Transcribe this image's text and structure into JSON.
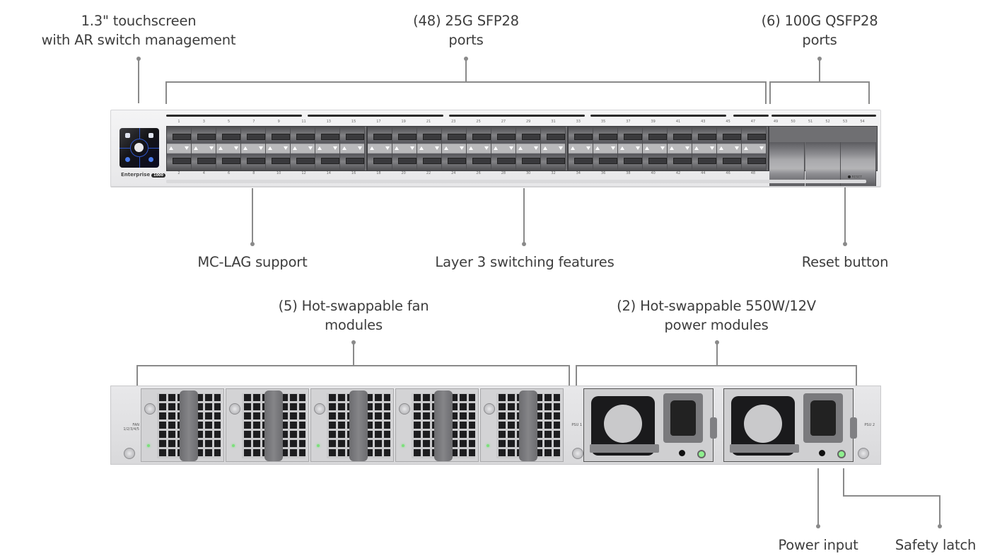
{
  "callouts": {
    "touchscreen": {
      "line1": "1.3\" touchscreen",
      "line2": "with AR switch management"
    },
    "sfp_ports": {
      "line1": "(48) 25G SFP28",
      "line2": "ports"
    },
    "qsfp_ports": {
      "line1": "(6) 100G QSFP28",
      "line2": "ports"
    },
    "mclag": "MC-LAG support",
    "layer3": "Layer 3 switching features",
    "reset": "Reset button",
    "fans": {
      "line1": "(5) Hot-swappable fan",
      "line2": "modules"
    },
    "psus": {
      "line1": "(2) Hot-swappable 550W/12V",
      "line2": "power modules"
    },
    "power_input": "Power input",
    "safety_latch": "Safety latch"
  },
  "front_panel": {
    "brand": "Enterprise",
    "model_badge": "1000",
    "reset_label": "RESET",
    "sfp_top_numbers": [
      "1",
      "3",
      "5",
      "7",
      "9",
      "11",
      "13",
      "15",
      "17",
      "19",
      "21",
      "23",
      "25",
      "27",
      "29",
      "31",
      "33",
      "35",
      "37",
      "39",
      "41",
      "43",
      "45",
      "47"
    ],
    "sfp_bottom_numbers": [
      "2",
      "4",
      "6",
      "8",
      "10",
      "12",
      "14",
      "16",
      "18",
      "20",
      "22",
      "24",
      "26",
      "28",
      "30",
      "32",
      "34",
      "36",
      "38",
      "40",
      "42",
      "44",
      "46",
      "48"
    ],
    "qsfp_numbers": [
      "49",
      "50",
      "51",
      "52",
      "53",
      "54"
    ]
  },
  "rear_panel": {
    "fan_label_line1": "FAN",
    "fan_label_line2": "1/2/3/4/5",
    "psu1_label": "PSU 1",
    "psu2_label": "PSU 2"
  },
  "colors": {
    "line": "#8a8a8a",
    "text": "#3d3d3d",
    "led": "#7be07b",
    "screen_accent": "#2e55c9"
  }
}
